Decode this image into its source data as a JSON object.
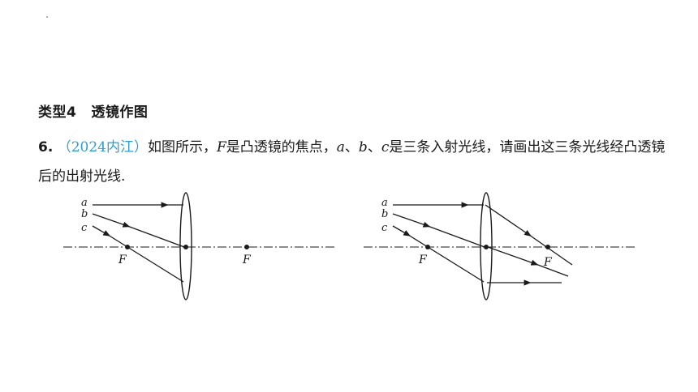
{
  "heading": {
    "type": "类型4",
    "title": "透镜作图"
  },
  "problem": {
    "number": "6",
    "source": "（2024内江）",
    "text_1": "如图所示，",
    "F": "F",
    "text_2": "是凸透镜的焦点，",
    "a": "a",
    "sep_1": "、",
    "b": "b",
    "sep_2": "、",
    "c": "c",
    "text_3": "是三条入射光线，请画出这三条光线经凸透镜后的出射光线."
  },
  "figure_left": {
    "ray_a": "a",
    "ray_b": "b",
    "ray_c": "c",
    "focus_left": "F",
    "focus_right": "F"
  },
  "figure_right": {
    "ray_a": "a",
    "ray_b": "b",
    "ray_c": "c",
    "focus_left": "F",
    "focus_right": "F"
  }
}
